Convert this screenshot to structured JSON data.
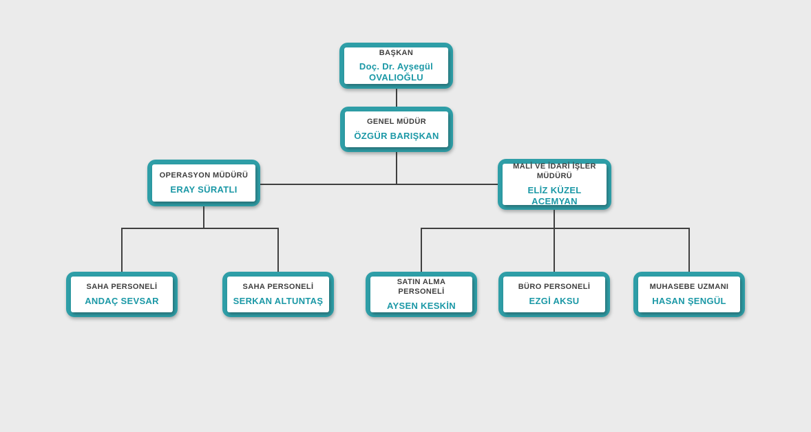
{
  "diagram": {
    "type": "org-chart",
    "colors": {
      "background": "#ebebeb",
      "box_border": "#2e9ea7",
      "box_background": "#ffffff",
      "title_text": "#3e3e3e",
      "name_text": "#1b98a6",
      "connector": "#3f3f3f"
    }
  },
  "nodes": [
    {
      "id": "baskan",
      "title": "BAŞKAN",
      "name": "Doç. Dr. Ayşegül OVALIOĞLU"
    },
    {
      "id": "genel-mudur",
      "title": "GENEL MÜDÜR",
      "name": "ÖZGÜR BARIŞKAN"
    },
    {
      "id": "operasyon-muduru",
      "title": "OPERASYON MÜDÜRÜ",
      "name": "ERAY SÜRATLI"
    },
    {
      "id": "mali-idari-mudur",
      "title": "MALİ VE İDARİ İŞLER MÜDÜRÜ",
      "name": "ELİZ KÜZEL ACEMYAN"
    },
    {
      "id": "saha-1",
      "title": "SAHA PERSONELİ",
      "name": "ANDAÇ SEVSAR"
    },
    {
      "id": "saha-2",
      "title": "SAHA PERSONELİ",
      "name": "SERKAN ALTUNTAŞ"
    },
    {
      "id": "satin-alma",
      "title": "SATIN ALMA PERSONELİ",
      "name": "AYSEN KESKİN"
    },
    {
      "id": "buro",
      "title": "BÜRO PERSONELİ",
      "name": "EZGİ AKSU"
    },
    {
      "id": "muhasebe",
      "title": "MUHASEBE UZMANI",
      "name": "HASAN ŞENGÜL"
    }
  ],
  "edges": [
    {
      "from": "baskan",
      "to": "genel-mudur"
    },
    {
      "from": "genel-mudur",
      "to": "operasyon-muduru"
    },
    {
      "from": "genel-mudur",
      "to": "mali-idari-mudur"
    },
    {
      "from": "operasyon-muduru",
      "to": "saha-1"
    },
    {
      "from": "operasyon-muduru",
      "to": "saha-2"
    },
    {
      "from": "mali-idari-mudur",
      "to": "satin-alma"
    },
    {
      "from": "mali-idari-mudur",
      "to": "buro"
    },
    {
      "from": "mali-idari-mudur",
      "to": "muhasebe"
    }
  ]
}
